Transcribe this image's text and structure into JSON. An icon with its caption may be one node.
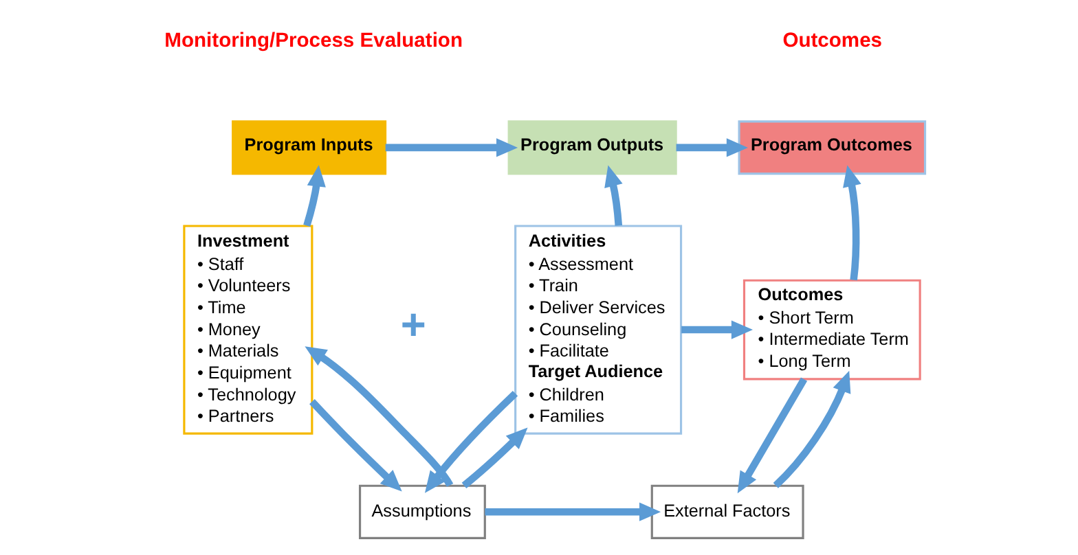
{
  "diagram": {
    "nodes": [
      {
        "text": [
          "Program Inputs"
        ]
      },
      {
        "text": [
          "Program Outputs"
        ]
      },
      {
        "text": [
          "Program Outcomes"
        ]
      },
      {
        "text": [
          "Investment",
          "• Staff",
          "• Volunteers",
          "• Time",
          "• Money",
          "• Materials",
          "• Equipment",
          "• Technology",
          "• Partners"
        ]
      },
      {
        "text": [
          "Activities",
          "• Assessment",
          "• Train",
          "• Deliver Services",
          "• Counseling",
          "• Facilitate",
          "Target Audience",
          "• Children",
          "• Families"
        ]
      },
      {
        "text": [
          "Outcomes",
          "• Short Term",
          "• Intermediate Term",
          "• Long Term"
        ]
      },
      {
        "text": [
          "Assumptions"
        ]
      },
      {
        "text": [
          "External Factors"
        ]
      }
    ],
    "edges": [
      {
        "from": 0,
        "to": 1,
        "arrow": "to"
      },
      {
        "from": 1,
        "to": 2,
        "arrow": "to"
      },
      {
        "from": 3,
        "to": 0,
        "arrow": "to"
      },
      {
        "from": 4,
        "to": 1,
        "arrow": "to"
      },
      {
        "from": 5,
        "to": 2,
        "arrow": "to"
      },
      {
        "from": 4,
        "to": 5,
        "arrow": "to"
      },
      {
        "from": 3,
        "to": 6,
        "arrow": "to"
      },
      {
        "from": 6,
        "to": 3,
        "arrow": "to"
      },
      {
        "from": 4,
        "to": 6,
        "arrow": "to"
      },
      {
        "from": 6,
        "to": 4,
        "arrow": "to"
      },
      {
        "from": 5,
        "to": 7,
        "arrow": "to"
      },
      {
        "from": 7,
        "to": 5,
        "arrow": "to"
      },
      {
        "from": 6,
        "to": 7,
        "arrow": "to"
      }
    ],
    "labels": [
      "Monitoring/Process Evaluation",
      "Outcomes",
      "+"
    ]
  }
}
